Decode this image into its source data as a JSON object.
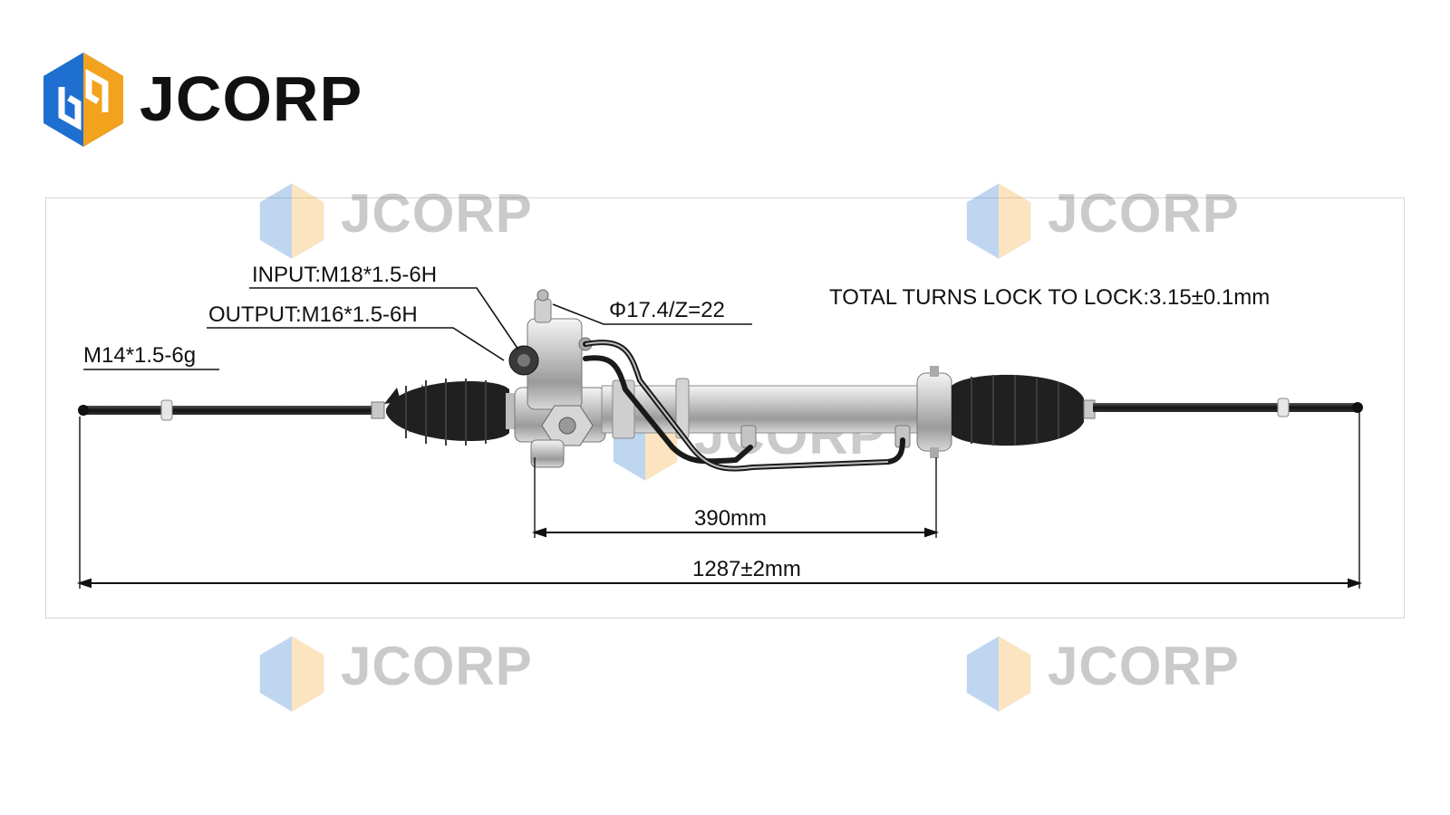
{
  "brand": {
    "name": "JCORP",
    "logo_icon": "jcorp-hexagon-logo-icon",
    "colors": {
      "blue": "#1e6fd0",
      "orange": "#f2a21c"
    }
  },
  "watermark": {
    "text": "JCORP"
  },
  "labels": {
    "input": "INPUT:M18*1.5-6H",
    "output": "OUTPUT:M16*1.5-6H",
    "thread": "M14*1.5-6g",
    "pinion": "Φ17.4/Z=22",
    "turns": "TOTAL TURNS LOCK TO LOCK:3.15±0.1mm",
    "dim_mounting": "390mm",
    "dim_total": "1287±2mm"
  }
}
